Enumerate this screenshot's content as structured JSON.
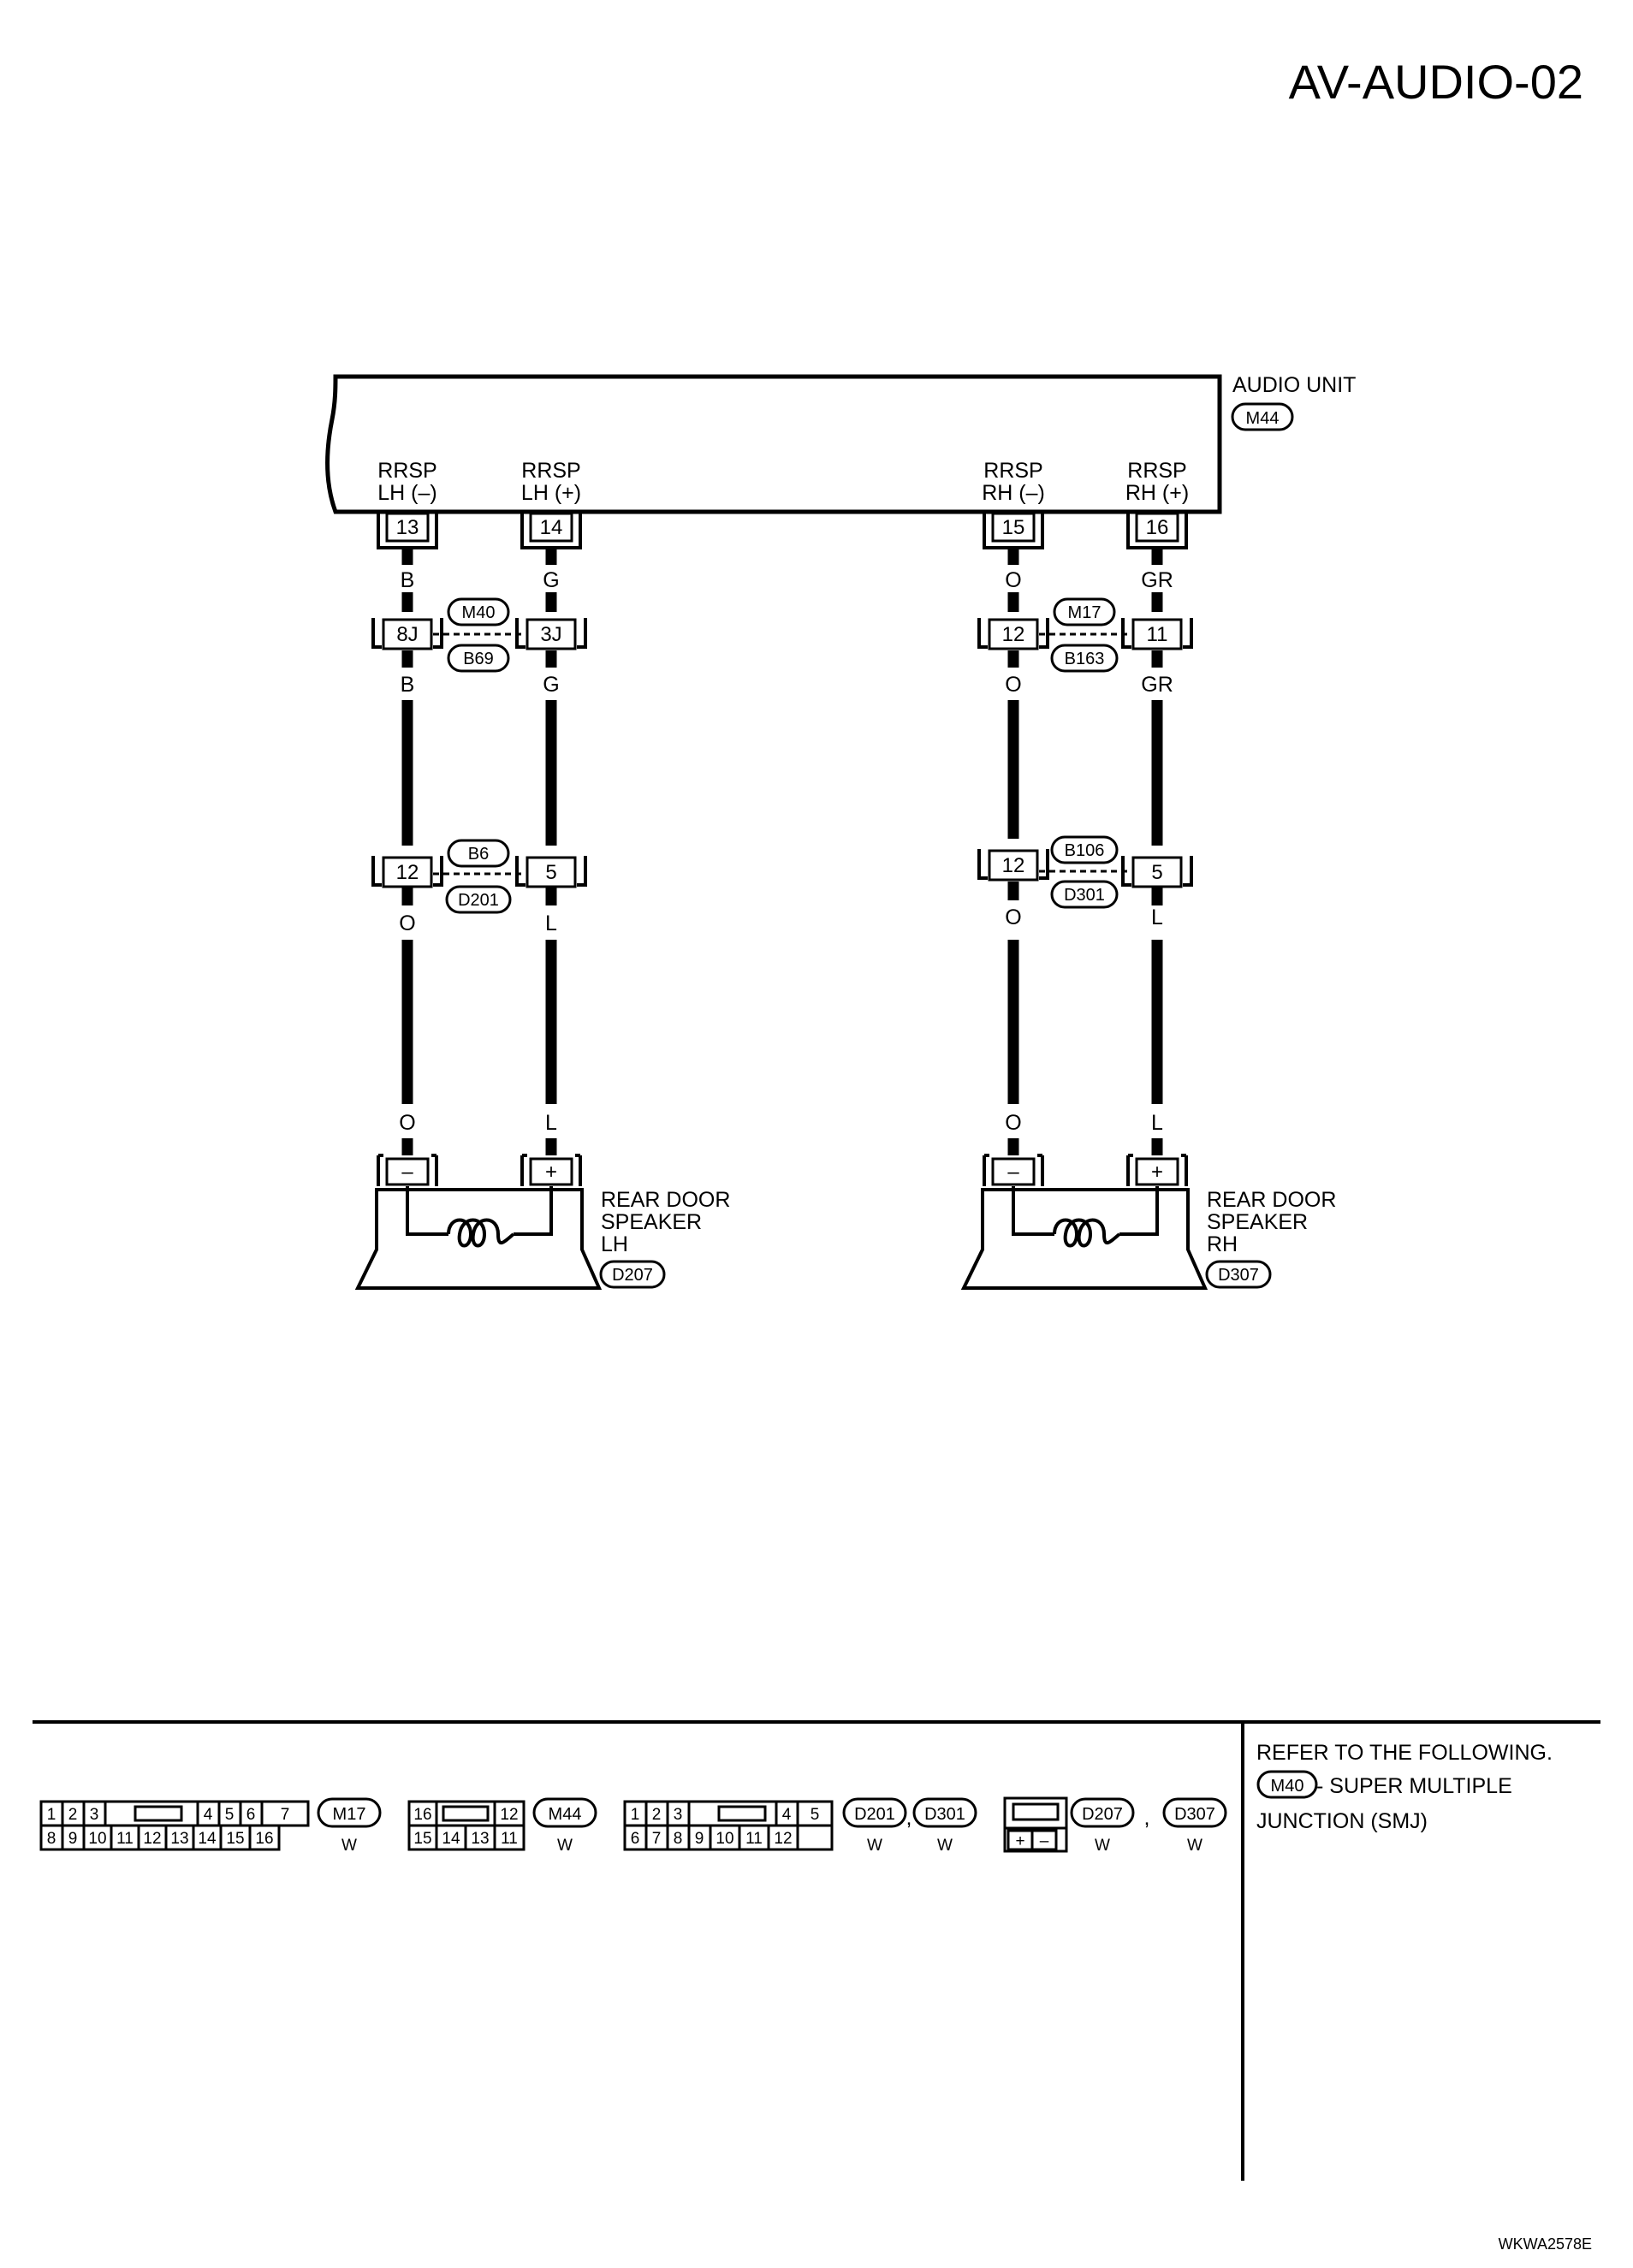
{
  "page": {
    "title": "AV-AUDIO-02",
    "footer_code": "WKWA2578E"
  },
  "audio_unit": {
    "name": "AUDIO UNIT",
    "connector": "M44",
    "terminals": [
      {
        "line1": "RRSP",
        "line2": "LH (–)",
        "pin": "13"
      },
      {
        "line1": "RRSP",
        "line2": "LH (+)",
        "pin": "14"
      },
      {
        "line1": "RRSP",
        "line2": "RH (–)",
        "pin": "15"
      },
      {
        "line1": "RRSP",
        "line2": "RH (+)",
        "pin": "16"
      }
    ]
  },
  "circuits": [
    {
      "side": "LH",
      "wire_colors": {
        "neg_upper": "B",
        "pos_upper": "G",
        "neg_mid": "B",
        "pos_mid": "G",
        "neg_lower": "O",
        "pos_lower": "L",
        "neg_bottom": "O",
        "pos_bottom": "L"
      },
      "junction1": {
        "top": "M40",
        "bottom": "B69",
        "neg_pin": "8J",
        "pos_pin": "3J"
      },
      "junction2": {
        "top": "B6",
        "bottom": "D201",
        "neg_pin": "12",
        "pos_pin": "5"
      },
      "speaker": {
        "neg": "–",
        "pos": "+",
        "name1": "REAR DOOR",
        "name2": "SPEAKER",
        "name3": "LH",
        "connector": "D207"
      }
    },
    {
      "side": "RH",
      "wire_colors": {
        "neg_upper": "O",
        "pos_upper": "GR",
        "neg_mid": "O",
        "pos_mid": "GR",
        "neg_lower": "O",
        "pos_lower": "L",
        "neg_bottom": "O",
        "pos_bottom": "L"
      },
      "junction1": {
        "top": "M17",
        "bottom": "B163",
        "neg_pin": "12",
        "pos_pin": "11"
      },
      "junction2": {
        "top": "B106",
        "bottom": "D301",
        "neg_pin": "12",
        "pos_pin": "5"
      },
      "speaker": {
        "neg": "–",
        "pos": "+",
        "name1": "REAR DOOR",
        "name2": "SPEAKER",
        "name3": "RH",
        "connector": "D307"
      }
    }
  ],
  "connector_views": {
    "m17": {
      "top": [
        "1",
        "2",
        "3",
        "4",
        "5",
        "6",
        "7"
      ],
      "bottom": [
        "8",
        "9",
        "10",
        "11",
        "12",
        "13",
        "14",
        "15",
        "16"
      ],
      "label": "M17",
      "color": "W"
    },
    "m44": {
      "top": [
        "16",
        "12"
      ],
      "bottom": [
        "15",
        "14",
        "13",
        "11"
      ],
      "label": "M44",
      "color": "W"
    },
    "d201": {
      "top": [
        "1",
        "2",
        "3",
        "4",
        "5"
      ],
      "bottom": [
        "6",
        "7",
        "8",
        "9",
        "10",
        "11",
        "12"
      ],
      "label1": "D201",
      "label2": "D301",
      "sep": ",",
      "color1": "W",
      "color2": "W"
    },
    "d207": {
      "bottom": [
        "+",
        "–"
      ],
      "label1": "D207",
      "label2": "D307",
      "sep": ",",
      "color1": "W",
      "color2": "W"
    }
  },
  "reference": {
    "line1": "REFER TO THE FOLLOWING.",
    "connector": "M40",
    "line2": "- SUPER MULTIPLE",
    "line3": "JUNCTION (SMJ)"
  }
}
